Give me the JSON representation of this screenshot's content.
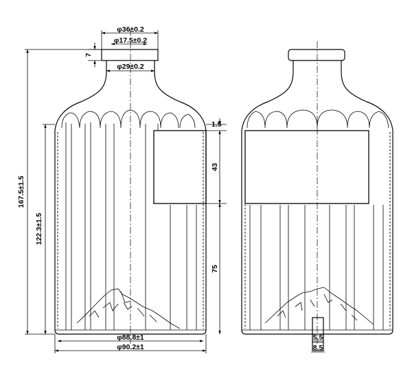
{
  "dimensions": {
    "mouth_outer_dia": "φ36±0.2",
    "mouth_inner_dia": "φ17.5±0.2",
    "neck_dia": "φ29±0.2",
    "finish_height": "7",
    "total_height": "167.5±1.5",
    "shoulder_height": "122.3±1.5",
    "label_gap": "1.5",
    "label_height": "43",
    "label_bottom_height": "75",
    "base_ring_dia": "φ88.8±1",
    "body_dia": "φ90.2±1",
    "punt_width": "5.5",
    "punt_outer_width": "8.5"
  }
}
